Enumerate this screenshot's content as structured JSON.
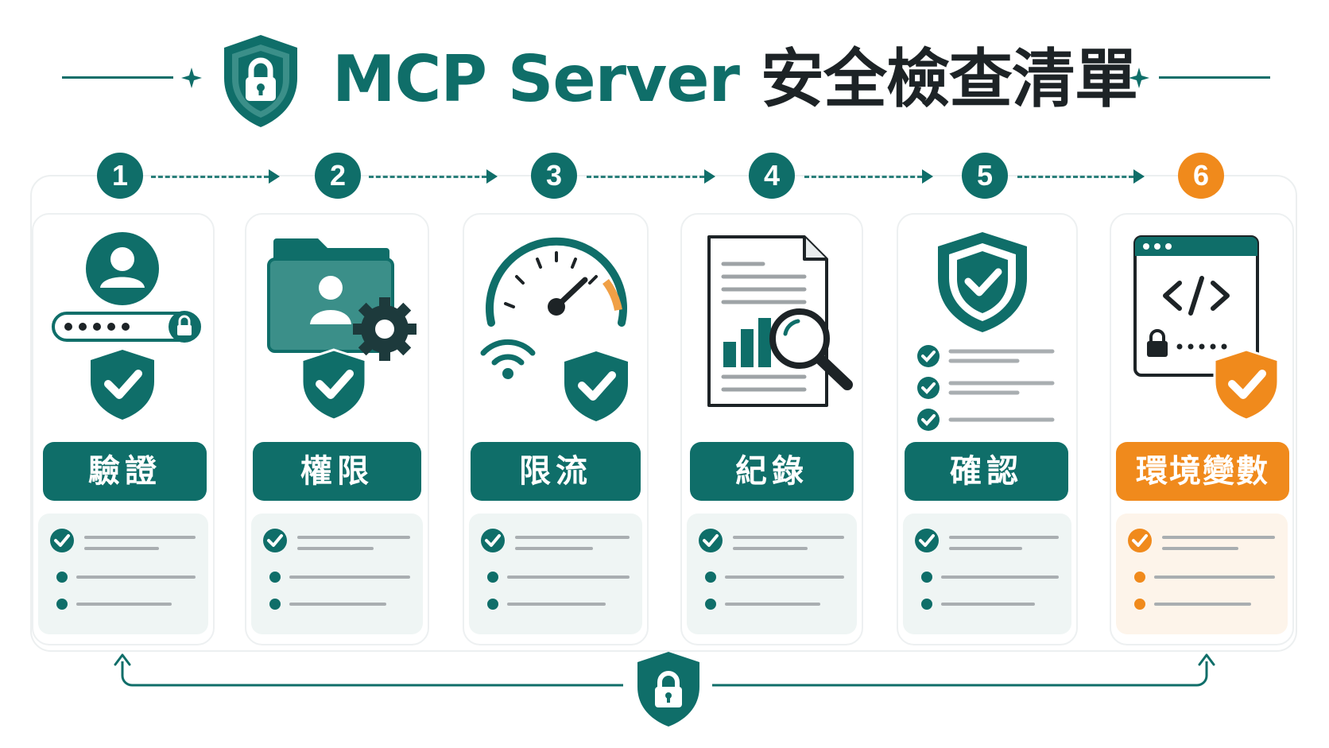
{
  "title_en": "MCP Server",
  "title_zh": "安全檢查清單",
  "colors": {
    "teal": "#0f6e69",
    "orange": "#f08a1c",
    "dark": "#1d2326",
    "gray_line": "#a9aeb1"
  },
  "steps": [
    {
      "number": "1",
      "label": "驗證",
      "icon": "user-login-icon",
      "accent": "teal"
    },
    {
      "number": "2",
      "label": "權限",
      "icon": "folder-permission-icon",
      "accent": "teal"
    },
    {
      "number": "3",
      "label": "限流",
      "icon": "speedometer-icon",
      "accent": "teal"
    },
    {
      "number": "4",
      "label": "紀錄",
      "icon": "log-document-icon",
      "accent": "teal"
    },
    {
      "number": "5",
      "label": "確認",
      "icon": "shield-checklist-icon",
      "accent": "teal"
    },
    {
      "number": "6",
      "label": "環境變數",
      "icon": "code-window-icon",
      "accent": "orange"
    }
  ]
}
